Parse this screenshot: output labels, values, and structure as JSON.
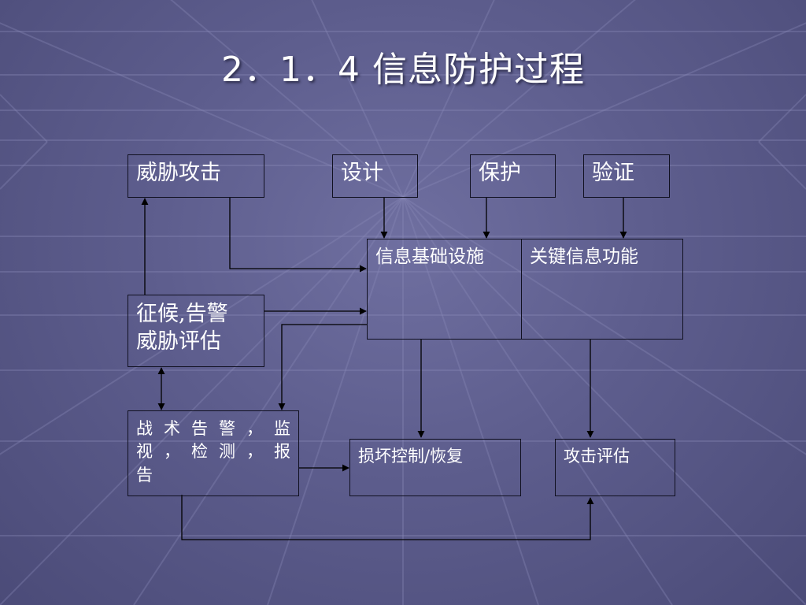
{
  "slide": {
    "title": "2．1．4 信息防护过程"
  },
  "diagram": {
    "nodes": {
      "threat_attack": "威胁攻击",
      "design": "设计",
      "protect": "保护",
      "verify": "验证",
      "info_infrastructure": "信息基础设施",
      "key_info_functions": "关键信息功能",
      "warning_line1": "征候,告警",
      "warning_line2": "威胁评估",
      "tactical_line1": "战术告警，监",
      "tactical_line2": "视，检测，报",
      "tactical_line3": "告",
      "damage_control": "损坏控制/恢复",
      "attack_assessment": "攻击评估"
    }
  },
  "colors": {
    "background": "#5d5d8d",
    "grid_line": "#8a8ab8",
    "box_border": "#101020",
    "connector": "#000000",
    "text": "#ffffff"
  }
}
